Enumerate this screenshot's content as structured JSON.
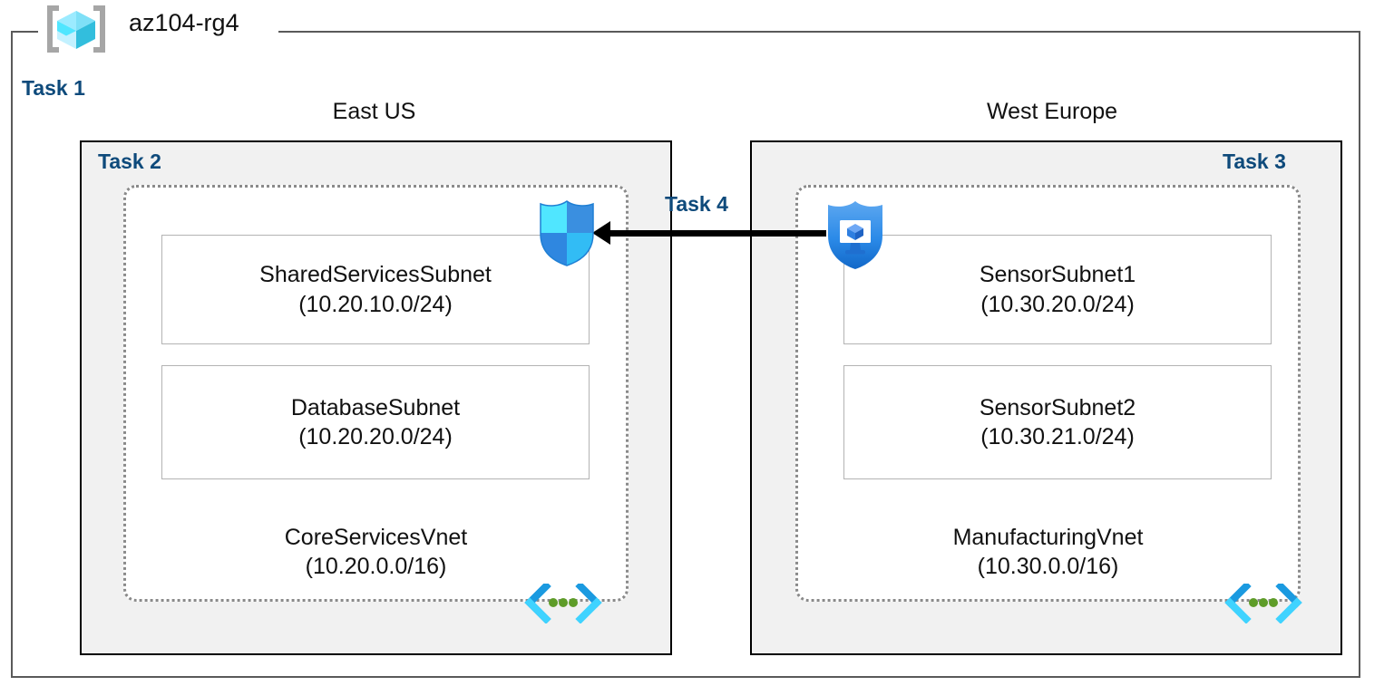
{
  "diagram": {
    "type": "azure-architecture",
    "resource_group": {
      "name": "az104-rg4",
      "icon": "resource-group-cube-icon",
      "task_label": "Task 1"
    },
    "colors": {
      "task_label": "#0e4a7b",
      "region_fill": "#f1f1f1",
      "region_border": "#000000",
      "vnet_border": "#8a8a8a",
      "subnet_border": "#b3b3b3",
      "frame_border": "#5a5a5a",
      "arrow": "#000000",
      "azure_blue": "#0078d4",
      "azure_cyan": "#50e6ff",
      "vnet_dot_green": "#5e9c28"
    },
    "regions": [
      {
        "id": "eastus",
        "title": "East US",
        "task_label": "Task 2",
        "task_align": "left",
        "vnet": {
          "name": "CoreServicesVnet",
          "cidr": "(10.20.0.0/16)",
          "icon": "vnet-icon",
          "subnets": [
            {
              "name": "SharedServicesSubnet",
              "cidr": "(10.20.10.0/24)"
            },
            {
              "name": "DatabaseSubnet",
              "cidr": "(10.20.20.0/24)"
            }
          ]
        }
      },
      {
        "id": "westeurope",
        "title": "West Europe",
        "task_label": "Task 3",
        "task_align": "right",
        "vnet": {
          "name": "ManufacturingVnet",
          "cidr": "(10.30.0.0/16)",
          "icon": "vnet-icon",
          "subnets": [
            {
              "name": "SensorSubnet1",
              "cidr": "(10.30.20.0/24)"
            },
            {
              "name": "SensorSubnet2",
              "cidr": "(10.30.21.0/24)"
            }
          ]
        }
      }
    ],
    "connection": {
      "task_label": "Task 4",
      "direction": "right-to-left",
      "from_icon": "bastion-shield-icon",
      "to_icon": "nsg-shield-icon"
    },
    "icons": {
      "nsg": "network-security-group-shield-icon",
      "bastion": "bastion-monitor-shield-icon",
      "vnet": "virtual-network-icon",
      "resource_group": "resource-group-cube-icon"
    }
  }
}
